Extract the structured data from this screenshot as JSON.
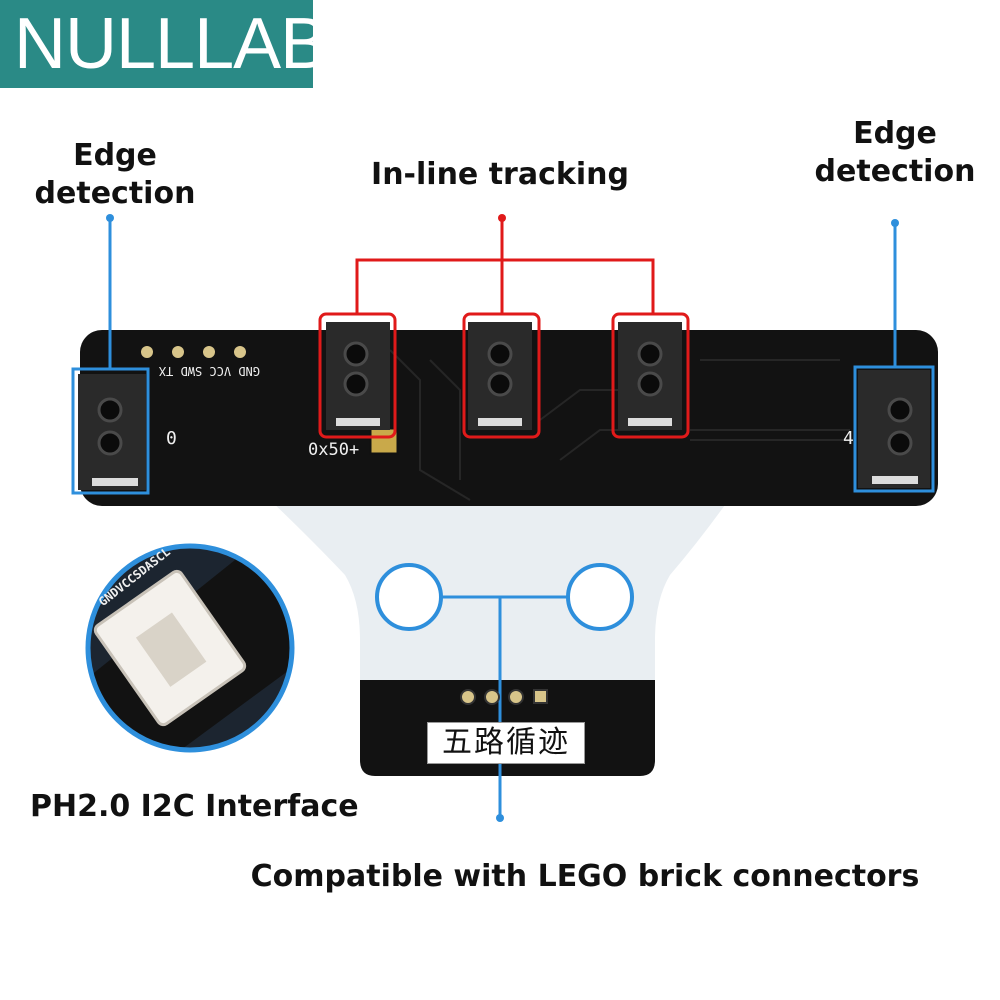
{
  "brand": {
    "logo_text": "NULLLAB",
    "logo_color": "#2a8a86"
  },
  "labels": {
    "edge_left": "Edge\ndetection",
    "edge_right": "Edge\ndetection",
    "inline": "In-line tracking",
    "i2c": "PH2.0 I2C Interface",
    "lego": "Compatible with LEGO brick connectors"
  },
  "board": {
    "chinese_label": "五路循迹",
    "address": "0x50+",
    "pin_labels": "GND VCC SWD TX",
    "sensor_index_left": "0",
    "sensor_index_right": "4",
    "connector_pins": "GNDVCCSDASCL"
  },
  "colors": {
    "edge_callout": "#2e8fdc",
    "inline_callout": "#e01a1a",
    "pcb": "#121212",
    "plate": "#e9eef2"
  }
}
